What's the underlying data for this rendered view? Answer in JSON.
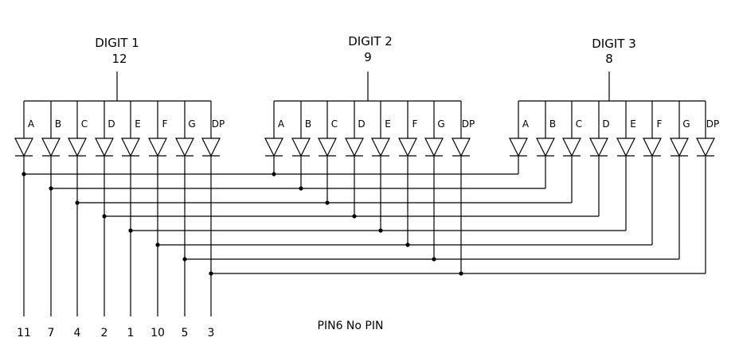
{
  "digits": [
    {
      "name": "DIGIT 1",
      "pin": "12"
    },
    {
      "name": "DIGIT 2",
      "pin": "9"
    },
    {
      "name": "DIGIT 3",
      "pin": "8"
    }
  ],
  "segments": [
    "A",
    "B",
    "C",
    "D",
    "E",
    "F",
    "G",
    "DP"
  ],
  "bottom_pins": [
    "11",
    "7",
    "4",
    "2",
    "1",
    "10",
    "5",
    "3"
  ],
  "note": "PIN6 No PIN"
}
